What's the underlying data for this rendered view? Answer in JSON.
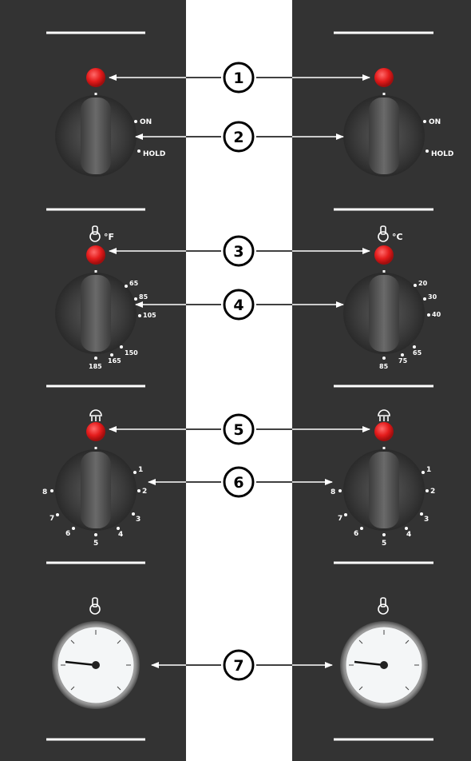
{
  "callouts": [
    "1",
    "2",
    "3",
    "4",
    "5",
    "6",
    "7"
  ],
  "switch": {
    "on": "ON",
    "hold": "HOLD"
  },
  "temp": {
    "left_unit": "°F",
    "right_unit": "°C",
    "left_scale": [
      "65",
      "85",
      "105",
      "150",
      "165",
      "185"
    ],
    "right_scale": [
      "20",
      "30",
      "40",
      "65",
      "75",
      "85"
    ]
  },
  "dial": {
    "scale": [
      "1",
      "2",
      "3",
      "4",
      "5",
      "6",
      "7",
      "8"
    ]
  },
  "colors": {
    "panel": "#333333",
    "gap": "#ffffff",
    "lamp": "#e41b1b",
    "divider": "#ffffff",
    "knob": "#3b3b3b",
    "gauge_face": "#ffffff"
  },
  "icons": {
    "thermometer": "thermometer-bulb-icon",
    "shower": "shower-head-icon"
  }
}
